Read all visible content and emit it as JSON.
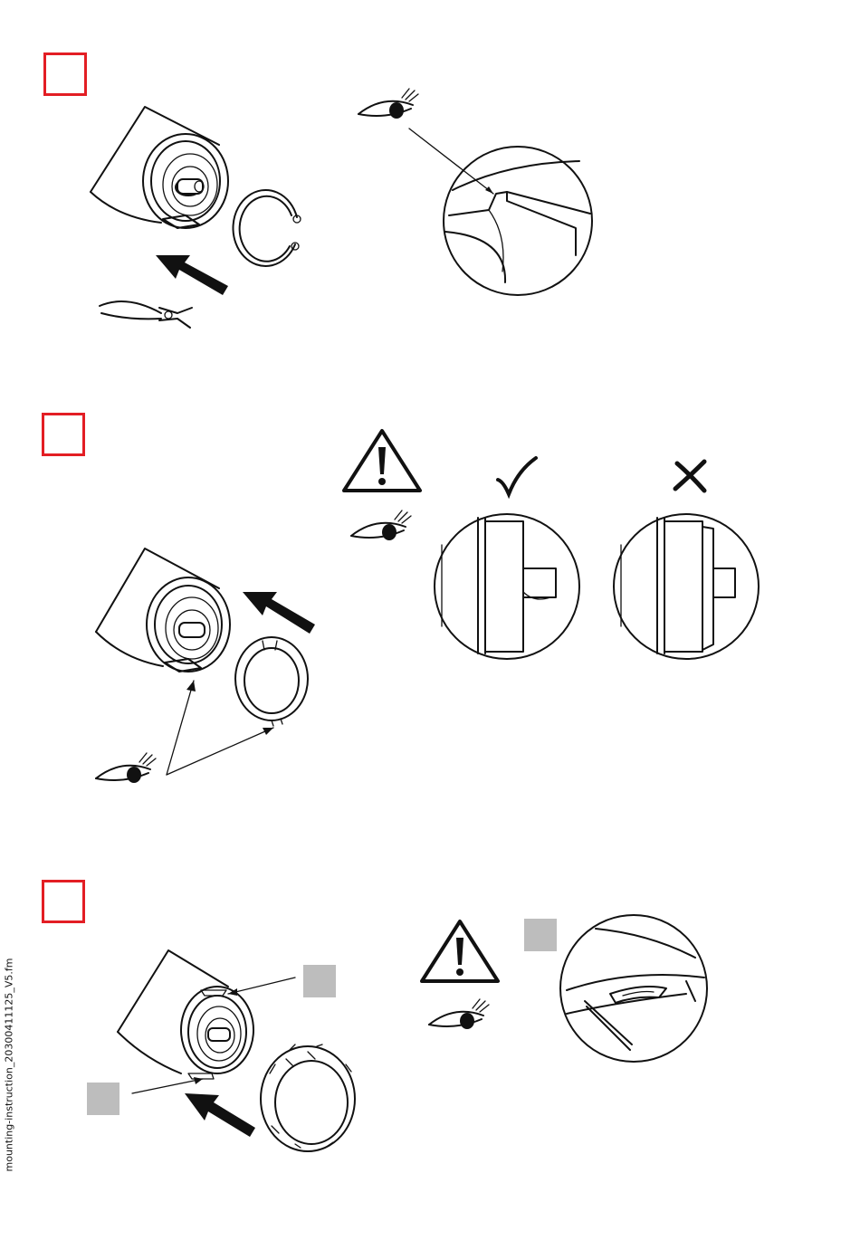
{
  "footer": {
    "filename": "mounting-instruction_20300411125_V5.fm"
  },
  "steps": [
    {
      "id": 1,
      "box_color": "#e31e24"
    },
    {
      "id": 2,
      "box_color": "#e31e24"
    },
    {
      "id": 3,
      "box_color": "#e31e24"
    }
  ],
  "colors": {
    "step_border": "#e31e24",
    "callout_fill": "#bdbdbd",
    "line": "#111111"
  },
  "icons": [
    "eye-icon",
    "warning-triangle-icon",
    "checkmark-icon",
    "cross-icon",
    "pliers-icon",
    "arrow-icon"
  ]
}
